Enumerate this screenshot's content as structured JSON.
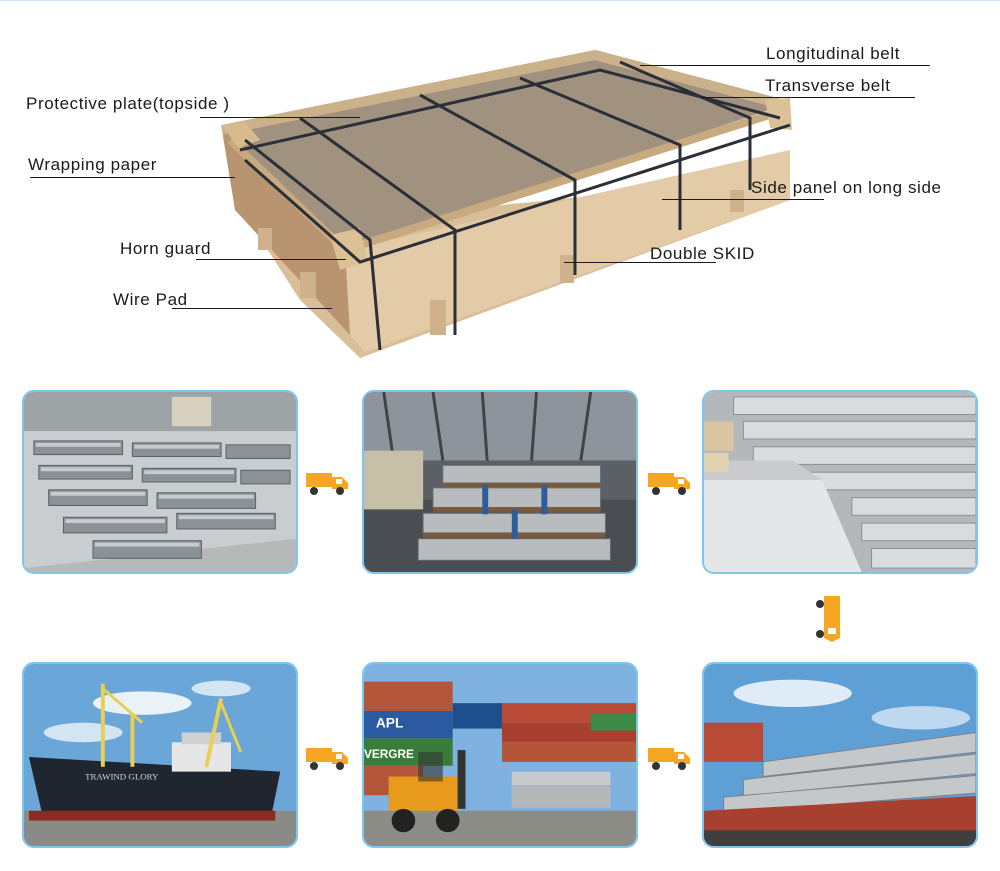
{
  "diagram": {
    "labels": {
      "protective_plate": "Protective plate(topside )",
      "wrapping_paper": "Wrapping paper",
      "horn_guard": "Horn guard",
      "wire_pad": "Wire Pad",
      "longitudinal_belt": "Longitudinal belt",
      "transverse_belt": "Transverse belt",
      "side_panel": "Side panel on long side",
      "double_skid": "Double SKID"
    }
  },
  "photos": {
    "ship": {
      "hull_text": "TRAWIND GLORY"
    },
    "containers": {
      "apl": "APL",
      "evergreen": "VERGRE"
    }
  },
  "icons": {
    "truck": "dump-truck-icon"
  },
  "colors": {
    "frame_border": "#7dc6f0",
    "truck_yellow": "#f5a623",
    "leader_line": "#1a1a1a"
  }
}
